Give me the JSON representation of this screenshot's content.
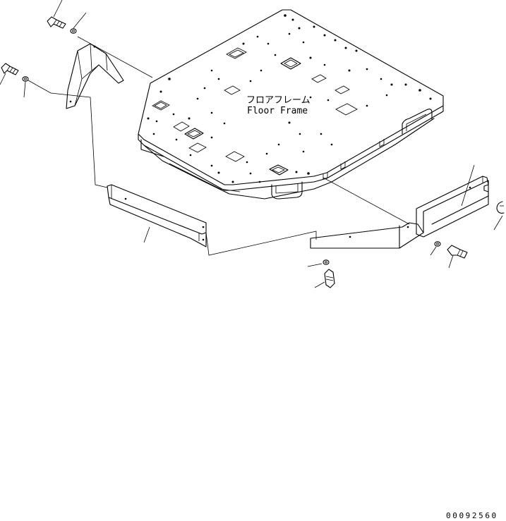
{
  "label_jp": "フロアフレーム",
  "label_en": "Floor Frame",
  "drawing_code": "00092560"
}
